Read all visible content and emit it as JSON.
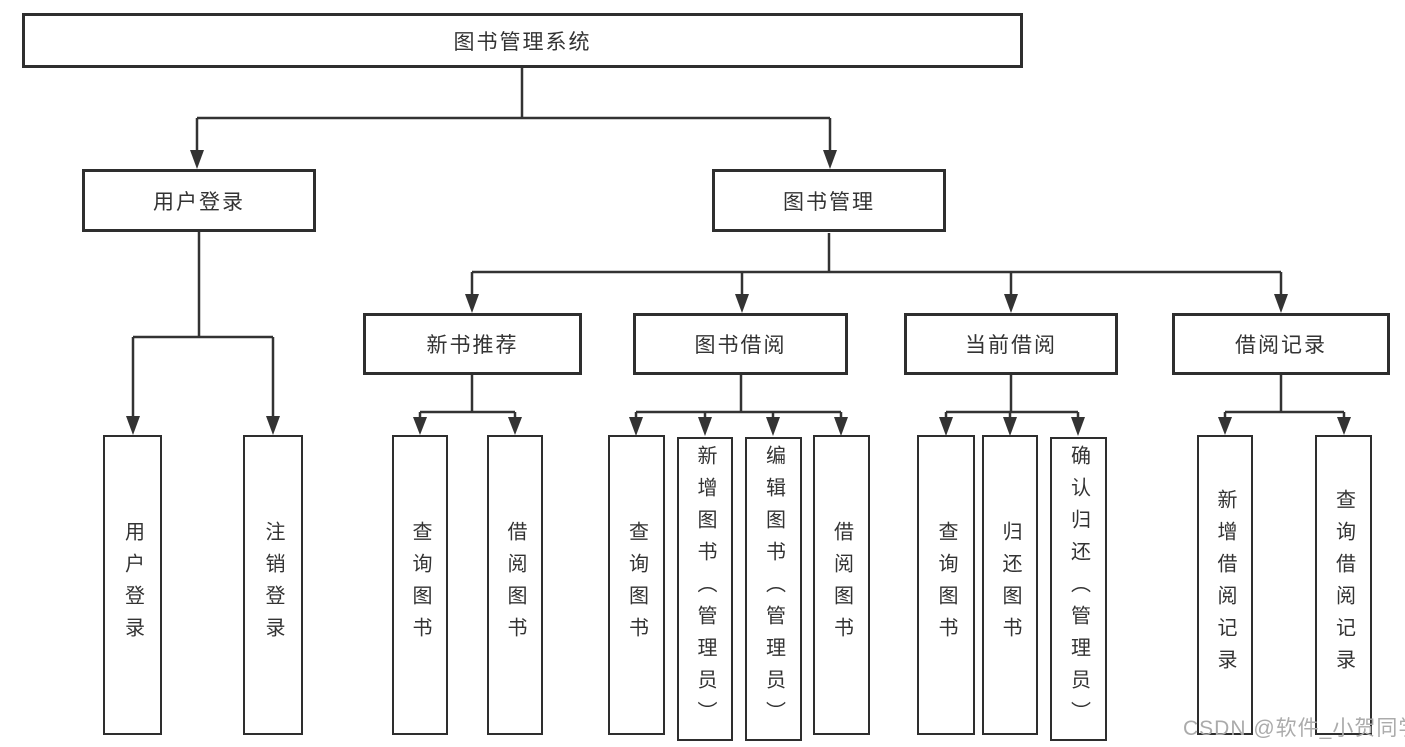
{
  "tree": {
    "root": "图书管理系统",
    "level2": [
      "用户登录",
      "图书管理"
    ],
    "level3": [
      "新书推荐",
      "图书借阅",
      "当前借阅",
      "借阅记录"
    ],
    "leaves": {
      "user_login": [
        "用户登录",
        "注销登录"
      ],
      "new_book": [
        "查询图书",
        "借阅图书"
      ],
      "book_borrow": [
        "查询图书",
        "新增图书（管理员）",
        "编辑图书（管理员）",
        "借阅图书"
      ],
      "current_borrow": [
        "查询图书",
        "归还图书",
        "确认归还（管理员）"
      ],
      "borrow_records": [
        "新增借阅记录",
        "查询借阅记录"
      ]
    }
  },
  "watermark": "CSDN @软件_小贺同学",
  "colors": {
    "line": "#333333",
    "box_border": "#2e2e2e",
    "text": "#333333",
    "watermark": "#ababab",
    "background": "#ffffff"
  }
}
